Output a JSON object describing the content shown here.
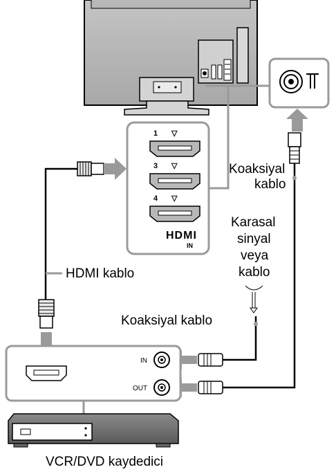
{
  "labels": {
    "coax_cable_top_line1": "Koaksiyal",
    "coax_cable_top_line2": "kablo",
    "terrestrial_line1": "Karasal",
    "terrestrial_line2": "sinyal",
    "terrestrial_line3": "veya",
    "terrestrial_line4": "kablo",
    "hdmi_cable": "HDMI kablo",
    "coax_cable_bottom": "Koaksiyal kablo",
    "recorder": "VCR/DVD kaydedici"
  },
  "hdmi_panel": {
    "ports": [
      "1",
      "3",
      "4"
    ],
    "port_marker": "▽",
    "logo_text": "HDMI",
    "logo_sub": "IN"
  },
  "recorder_ports": {
    "in_label": "IN",
    "out_label": "OUT"
  },
  "antenna_symbol": "T"
}
